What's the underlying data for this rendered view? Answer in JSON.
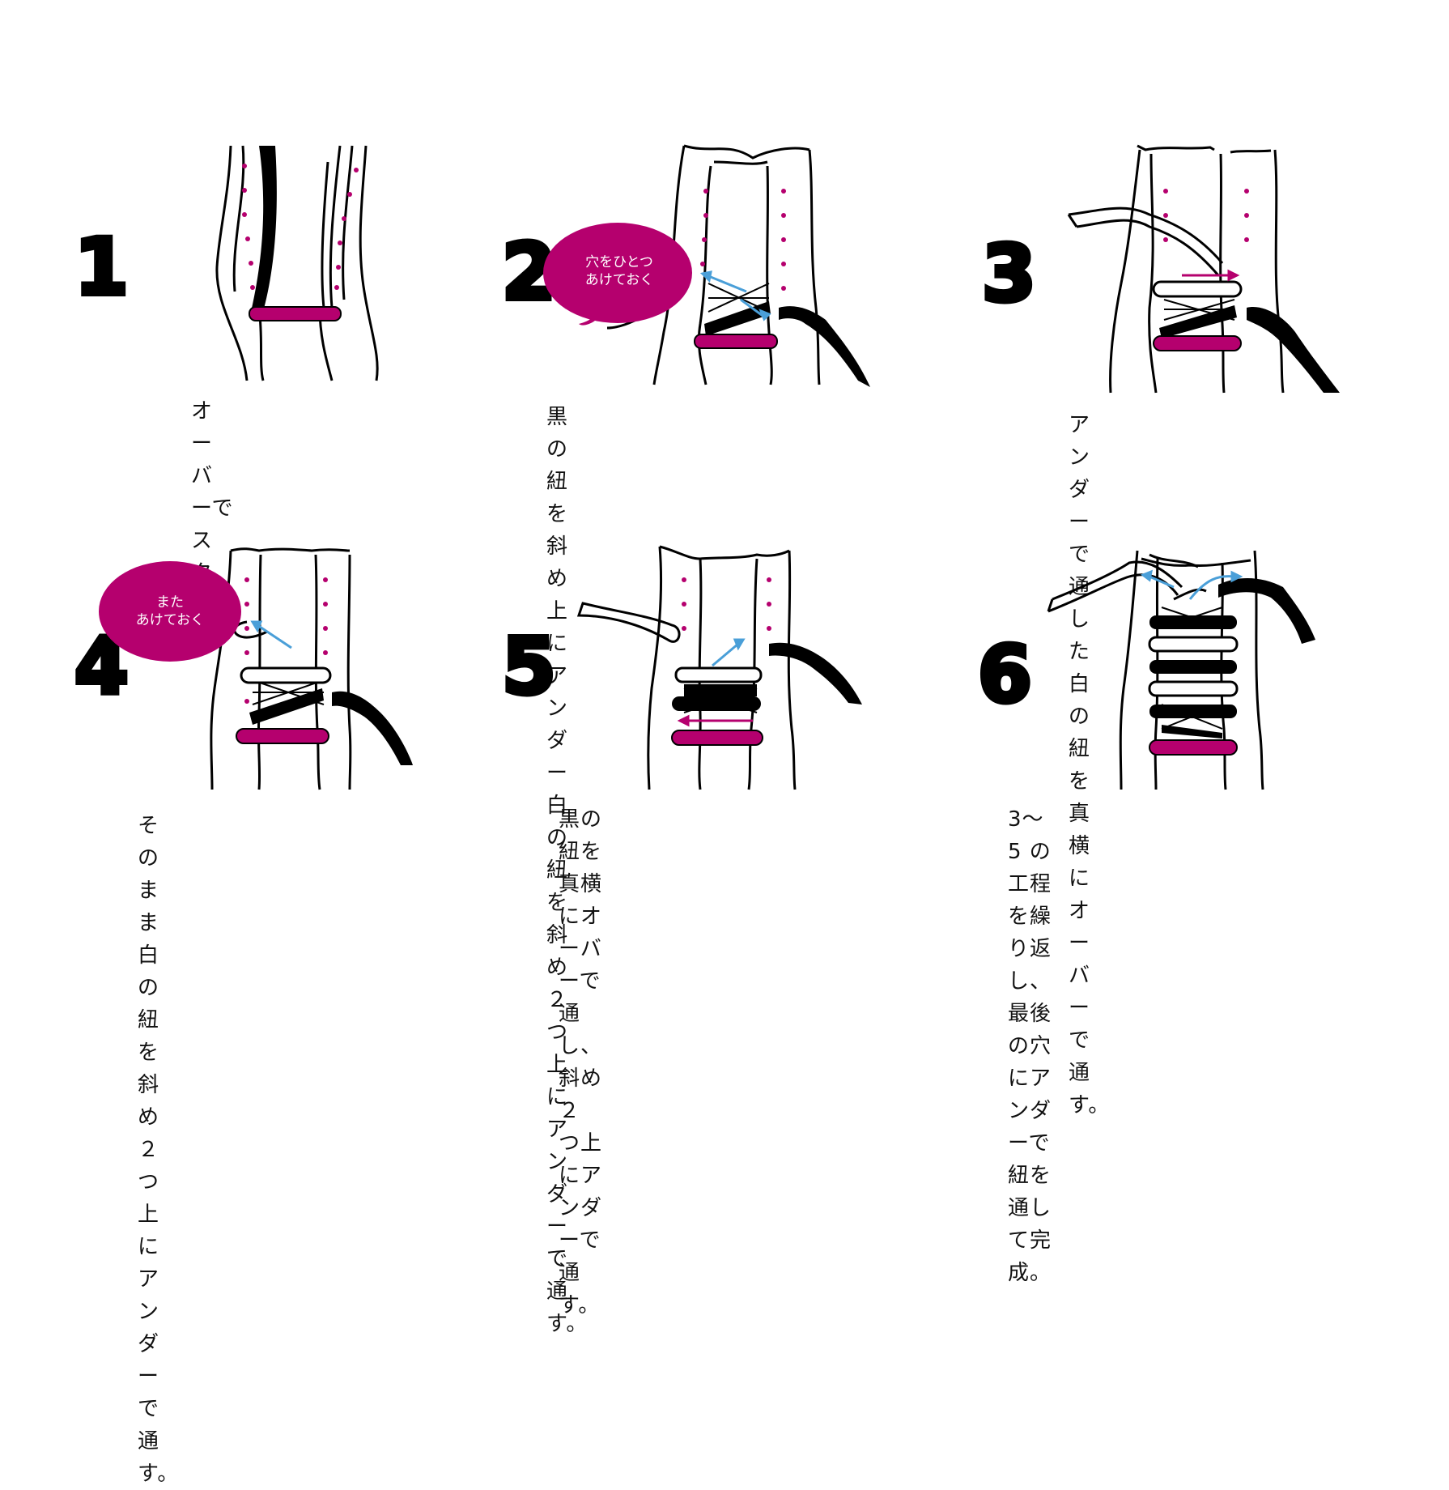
{
  "colors": {
    "accent": "#b5006e",
    "arrow": "#4a9fd8",
    "ink": "#000000",
    "paper": "#ffffff"
  },
  "steps": [
    {
      "number": "1",
      "caption": "オーバーでスタート。"
    },
    {
      "number": "2",
      "caption": "黒の紐を斜め上にアンダー\n白の紐を斜め２つ上にアンダーで通す。",
      "bubble": "穴をひとつ\nあけておく"
    },
    {
      "number": "3",
      "caption": "アンダーで通した白の紐を\n真横にオーバーで通す。"
    },
    {
      "number": "4",
      "caption": "そのまま白の紐を斜め ２ つ上に\nアンダーで通す。",
      "bubble": "また\nあけておく"
    },
    {
      "number": "5",
      "caption": "黒の紐を真横にオーバーで通し、\n斜め ２ つ上にアンダーで通す。"
    },
    {
      "number": "6",
      "caption": "3〜5 の工程を繰り返し、\n最後の穴にアンダーで紐を通して完成。"
    }
  ]
}
